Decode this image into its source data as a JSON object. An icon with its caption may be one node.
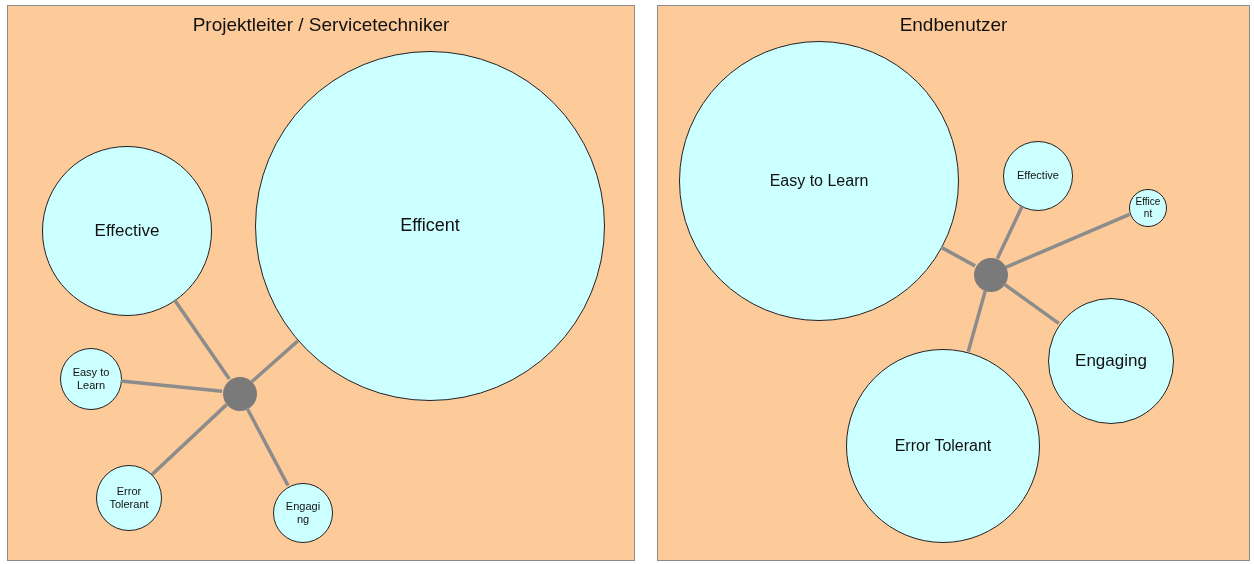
{
  "diagram": {
    "nodes": [
      {
        "text": [
          "Projektleiter / Servicetechniker"
        ]
      },
      {
        "text": [
          "Effective"
        ],
        "in": 0
      },
      {
        "text": [
          "Efficent"
        ],
        "in": 0
      },
      {
        "text": [
          "Easy to Learn"
        ],
        "in": 0
      },
      {
        "text": [],
        "shape": "circle",
        "in": 0
      },
      {
        "text": [
          "Error Tolerant"
        ],
        "in": 0
      },
      {
        "text": [
          "Engaging"
        ],
        "in": 0
      },
      {
        "text": [
          "Endbenutzer"
        ]
      },
      {
        "text": [
          "Easy to Learn"
        ],
        "in": 7
      },
      {
        "text": [
          "Effective"
        ],
        "in": 7
      },
      {
        "text": [
          "Efficent"
        ],
        "in": 7
      },
      {
        "text": [],
        "shape": "circle",
        "in": 7
      },
      {
        "text": [
          "Engaging"
        ],
        "in": 7
      },
      {
        "text": [
          "Error Tolerant"
        ],
        "in": 7
      }
    ],
    "edges": [
      {
        "from": 4,
        "to": 1,
        "arrow": "none"
      },
      {
        "from": 4,
        "to": 2,
        "arrow": "none"
      },
      {
        "from": 4,
        "to": 3,
        "arrow": "none"
      },
      {
        "from": 4,
        "to": 5,
        "arrow": "none"
      },
      {
        "from": 4,
        "to": 6,
        "arrow": "none"
      },
      {
        "from": 11,
        "to": 8,
        "arrow": "none"
      },
      {
        "from": 11,
        "to": 9,
        "arrow": "none"
      },
      {
        "from": 11,
        "to": 10,
        "arrow": "none"
      },
      {
        "from": 11,
        "to": 12,
        "arrow": "none"
      },
      {
        "from": 11,
        "to": 13,
        "arrow": "none"
      }
    ]
  }
}
